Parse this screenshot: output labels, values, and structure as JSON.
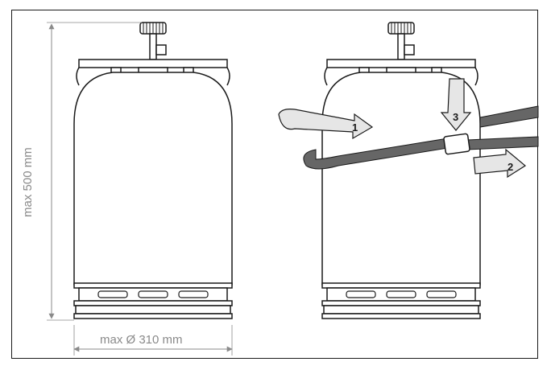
{
  "dimensions": {
    "height_label": "max 500 mm",
    "width_label": "max Ø 310 mm"
  },
  "steps": {
    "step1": "1",
    "step2": "2",
    "step3": "3"
  },
  "colors": {
    "outline": "#1a1a1a",
    "dimension": "#8a8a8a",
    "arrow_fill": "#e6e6e6",
    "strap": "#666666"
  }
}
